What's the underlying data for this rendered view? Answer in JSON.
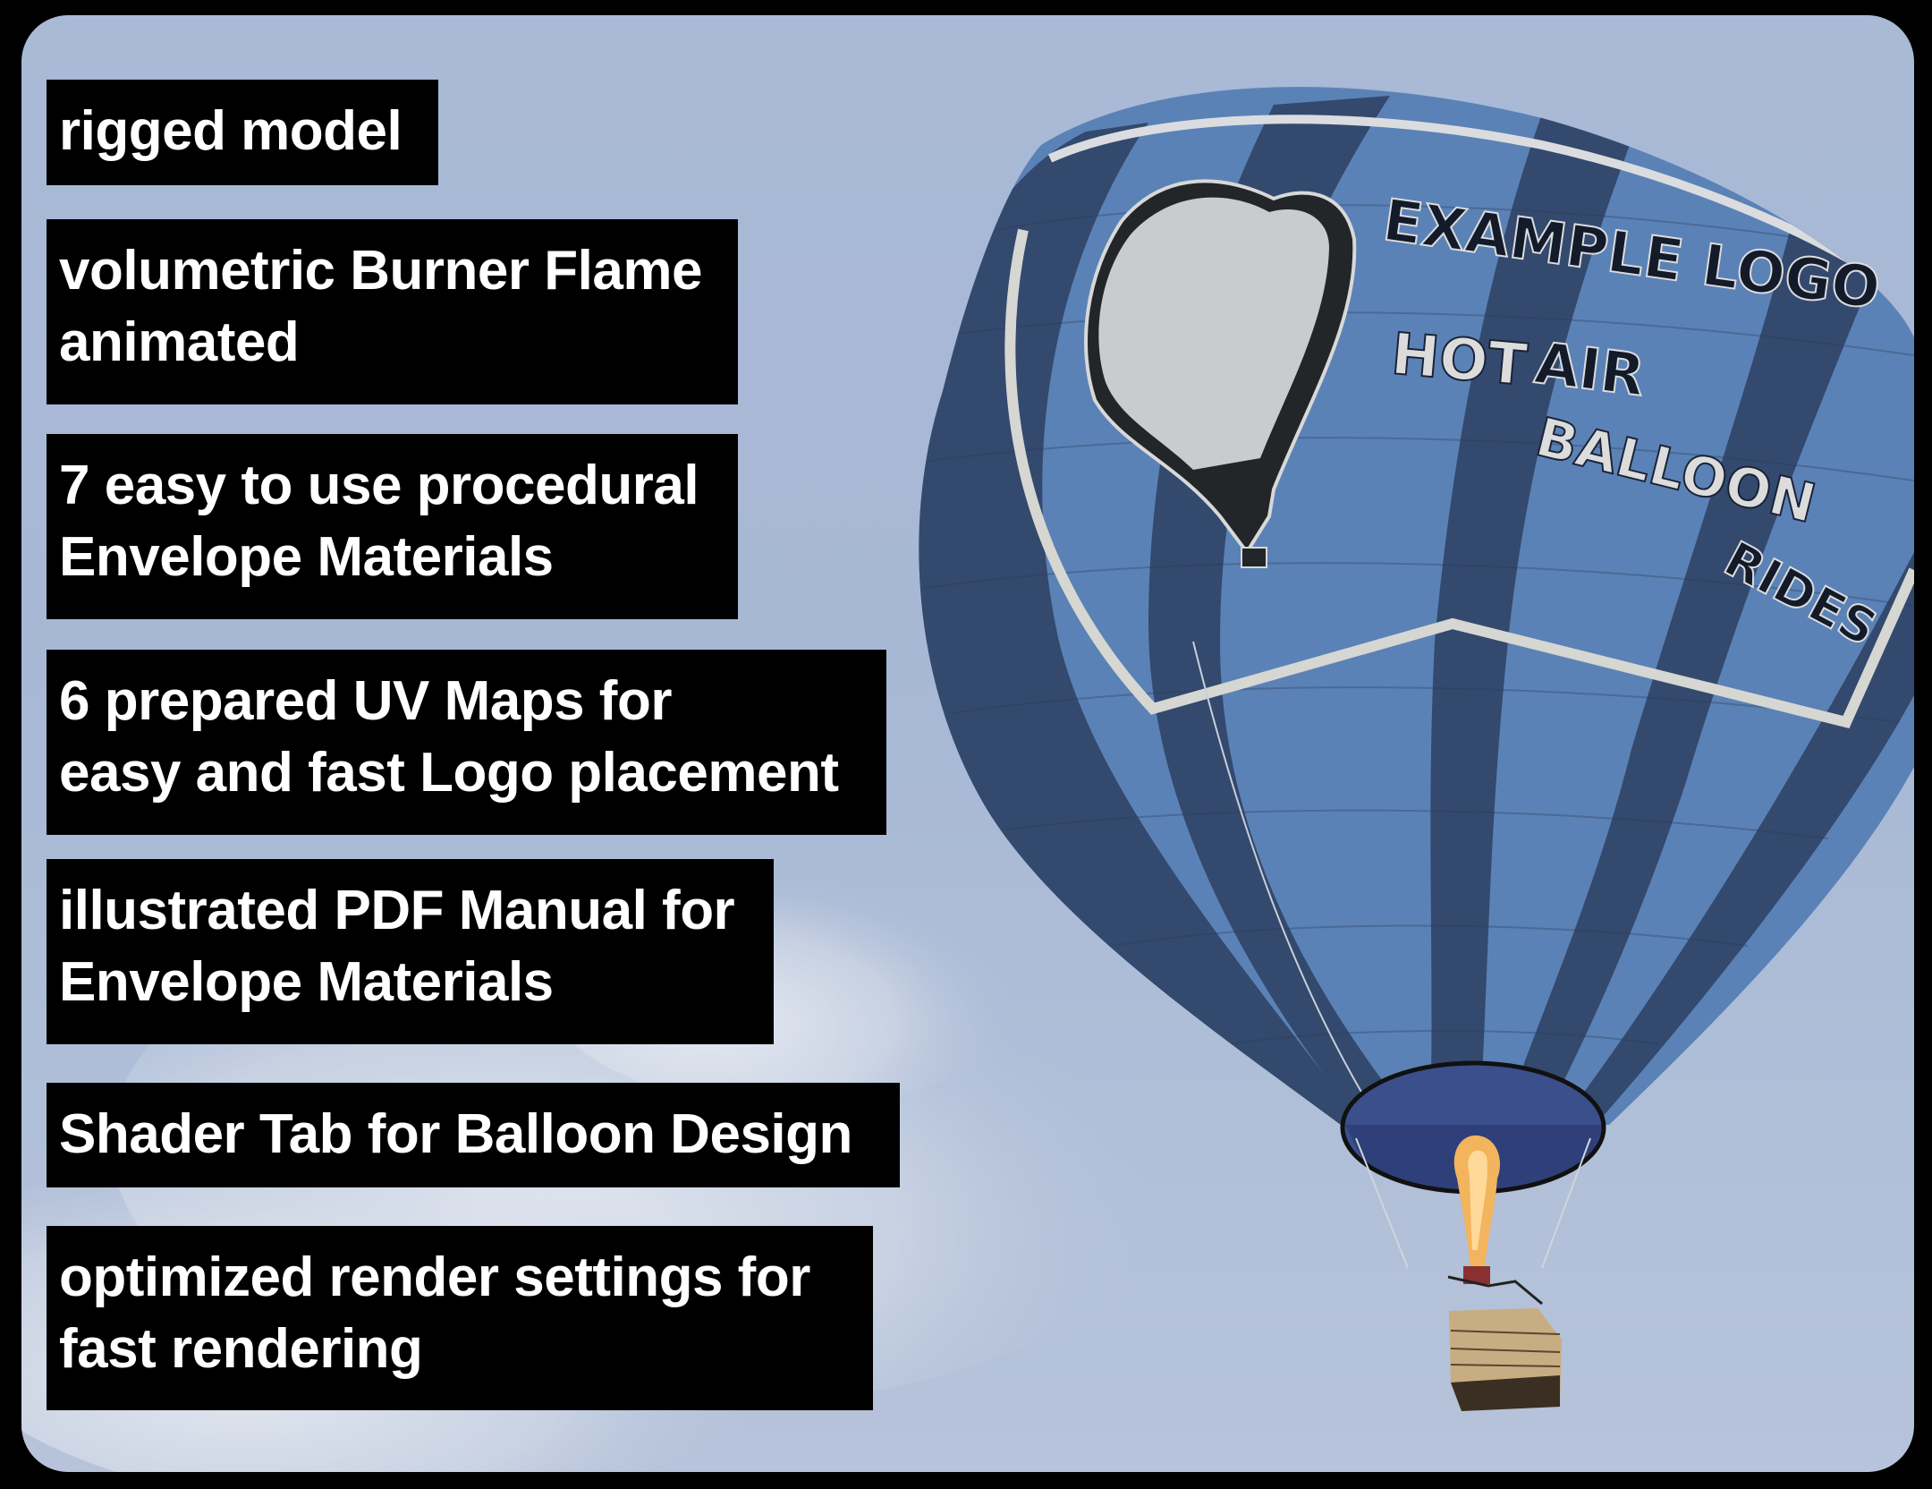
{
  "features": [
    {
      "lines": [
        "rigged model"
      ]
    },
    {
      "lines": [
        "volumetric Burner Flame",
        "animated"
      ]
    },
    {
      "lines": [
        "7 easy to use procedural",
        "Envelope Materials"
      ]
    },
    {
      "lines": [
        "6 prepared UV Maps for",
        "easy and fast Logo placement"
      ]
    },
    {
      "lines": [
        "illustrated PDF Manual for",
        "Envelope Materials"
      ]
    },
    {
      "lines": [
        "Shader Tab for Balloon Design"
      ]
    },
    {
      "lines": [
        "optimized render settings for",
        "fast rendering"
      ]
    }
  ],
  "balloon": {
    "logo_line1": "EXAMPLE LOGO",
    "tagline_word1": "HOT",
    "tagline_word2": "AIR",
    "tagline_word3": "BALLOON",
    "tagline_word4": "RIDES"
  },
  "colors": {
    "frame": "#000000",
    "sky": "#a9b9d6",
    "stripe_light": "#5b82b6",
    "stripe_dark": "#34496e",
    "logo_panel": "#c8cacd",
    "label_bg": "#000000",
    "label_text": "#ffffff"
  }
}
